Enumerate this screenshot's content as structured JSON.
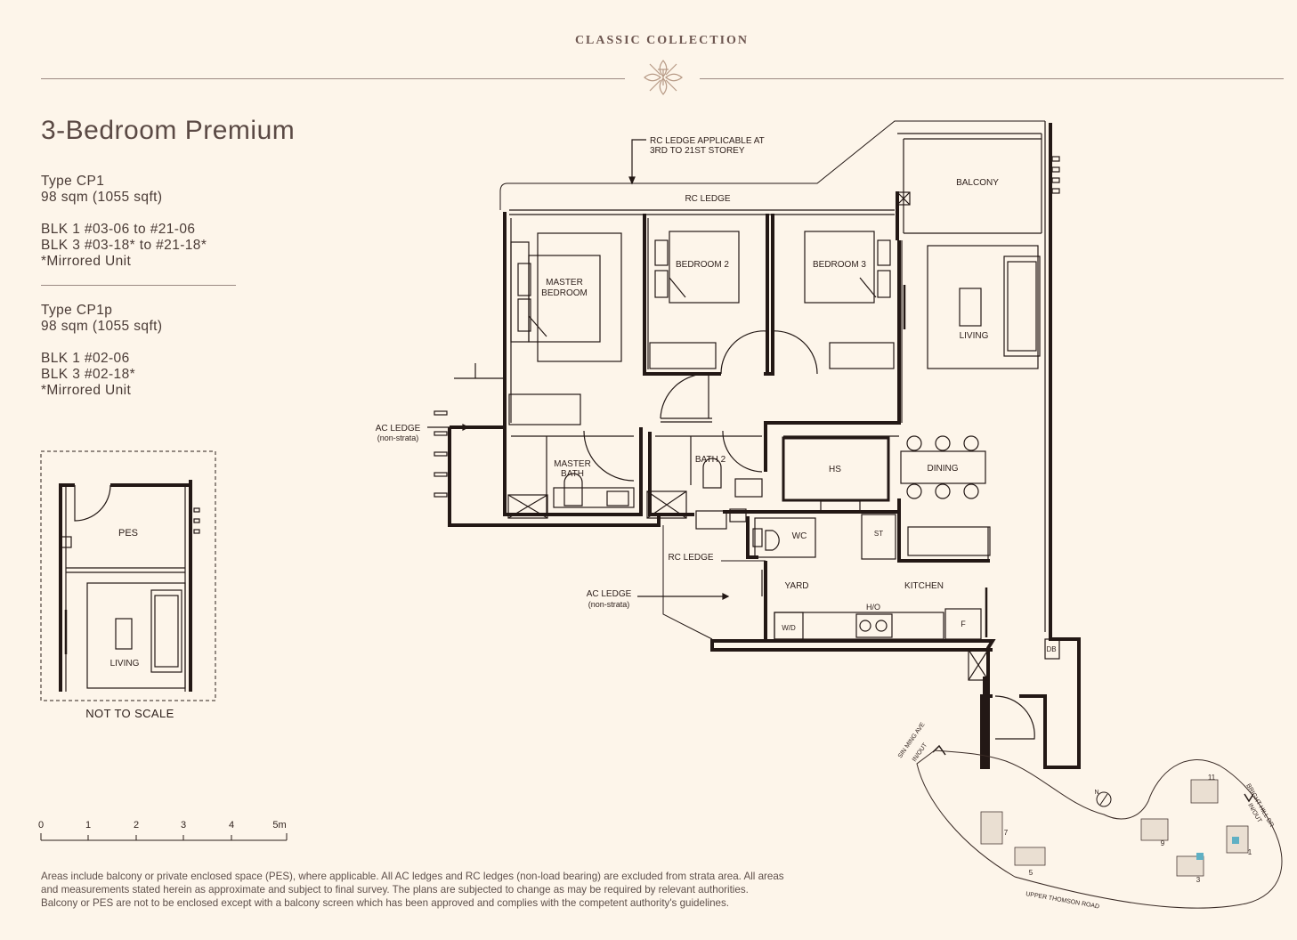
{
  "header": {
    "collection": "CLASSIC COLLECTION",
    "logo_icon": "floral-crest-icon"
  },
  "unit": {
    "title": "3-Bedroom Premium",
    "types": [
      {
        "type": "Type CP1",
        "area": "98 sqm (1055 sqft)",
        "blocks": [
          "BLK 1 #03-06 to #21-06",
          "BLK 3 #03-18* to #21-18*"
        ],
        "note": "*Mirrored Unit"
      },
      {
        "type": "Type CP1p",
        "area": "98 sqm (1055 sqft)",
        "blocks": [
          "BLK 1 #02-06",
          "BLK 3 #02-18*"
        ],
        "note": "*Mirrored Unit"
      }
    ]
  },
  "inset": {
    "labels": {
      "pes": "PES",
      "living": "LIVING"
    },
    "caption": "NOT TO SCALE"
  },
  "scale_bar": {
    "ticks": [
      "0",
      "1",
      "2",
      "3",
      "4",
      "5m"
    ]
  },
  "floorplan": {
    "labels": {
      "rc_ledge_note_1": "RC LEDGE APPLICABLE AT",
      "rc_ledge_note_2": "3RD TO 21ST STOREY",
      "rc_ledge_top": "RC LEDGE",
      "balcony": "BALCONY",
      "master_bedroom_1": "MASTER",
      "master_bedroom_2": "BEDROOM",
      "bedroom2": "BEDROOM 2",
      "bedroom3": "BEDROOM 3",
      "living": "LIVING",
      "ac_ledge_left_1": "AC LEDGE",
      "ac_ledge_left_2": "(non-strata)",
      "master_bath_1": "MASTER",
      "master_bath_2": "BATH",
      "bath2": "BATH 2",
      "hs": "HS",
      "dining": "DINING",
      "wc": "WC",
      "st": "ST",
      "rc_ledge_mid": "RC LEDGE",
      "ac_ledge_mid_1": "AC LEDGE",
      "ac_ledge_mid_2": "(non-strata)",
      "yard": "YARD",
      "kitchen": "KITCHEN",
      "ho": "H/O",
      "wd": "W/D",
      "fridge": "F",
      "db": "DB"
    }
  },
  "site_plan": {
    "labels": {
      "sin_ming": "SIN MING AVE",
      "sin_ming_inout": "IN/OUT",
      "bright_hill": "BRIGHT HILL DR",
      "bright_hill_inout": "IN/OUT",
      "road": "UPPER THOMSON ROAD",
      "north": "N"
    },
    "blocks": [
      "1",
      "3",
      "5",
      "7",
      "9",
      "11"
    ],
    "highlight_color": "#5fb0c4"
  },
  "disclaimer": [
    "Areas include balcony or private enclosed space (PES), where applicable. All AC ledges and RC ledges (non-load bearing) are excluded from strata area. All areas",
    "and measurements stated herein as approximate and subject to final survey. The plans are subjected to change as may be required by relevant authorities.",
    "Balcony or PES are not to be enclosed except with a balcony screen which has been approved and complies with the competent authority's guidelines."
  ],
  "colors": {
    "background": "#fdf5ea",
    "wall": "#231815",
    "text": "#3a2b26"
  }
}
